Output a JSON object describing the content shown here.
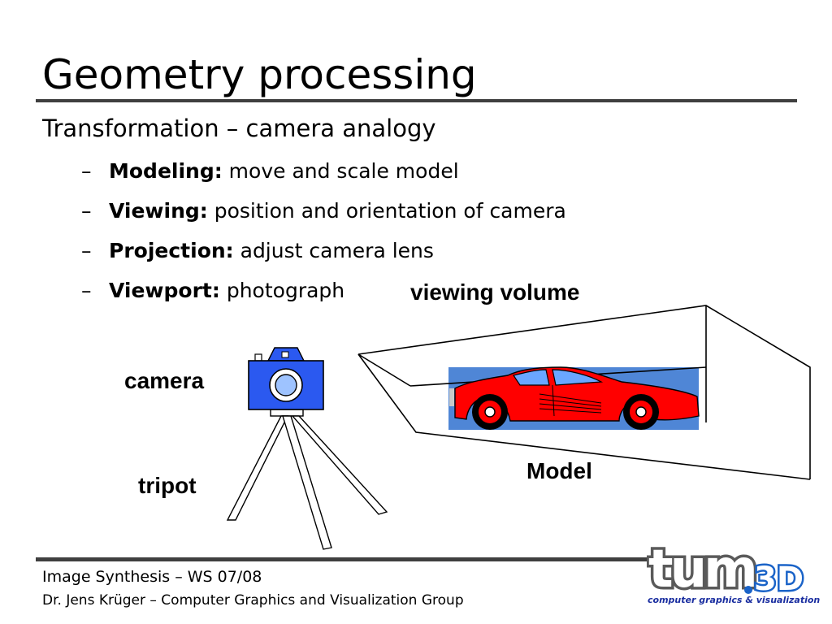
{
  "title": "Geometry processing",
  "heading": "Transformation – camera analogy",
  "bullets": [
    {
      "dash": "–",
      "term": "Modeling:",
      "text": " move and scale model"
    },
    {
      "dash": "–",
      "term": "Viewing:",
      "text": " position and orientation of camera"
    },
    {
      "dash": "–",
      "term": "Projection:",
      "text": " adjust camera lens"
    },
    {
      "dash": "–",
      "term": "Viewport:",
      "text": " photograph"
    }
  ],
  "figure": {
    "viewing_volume_label": "viewing volume",
    "camera_label": "camera",
    "tripod_label": "tripot",
    "model_label": "Model",
    "icons": [
      "camera-icon",
      "tripod-icon",
      "car-model-image",
      "viewing-volume-frustum"
    ]
  },
  "footer": {
    "course": "Image Synthesis – WS 07/08",
    "author": "Dr. Jens Krüger – Computer Graphics and Visualization Group"
  },
  "logo": {
    "main_text": "tum.3D",
    "tagline": "computer graphics & visualization"
  },
  "colors": {
    "rule": "#3f3f3f",
    "camera_blue": "#2b59f0",
    "car_red": "#ff0000",
    "car_background": "#4f86d6",
    "logo_gray": "#5a5a5a",
    "logo_blue": "#1a63c8"
  }
}
